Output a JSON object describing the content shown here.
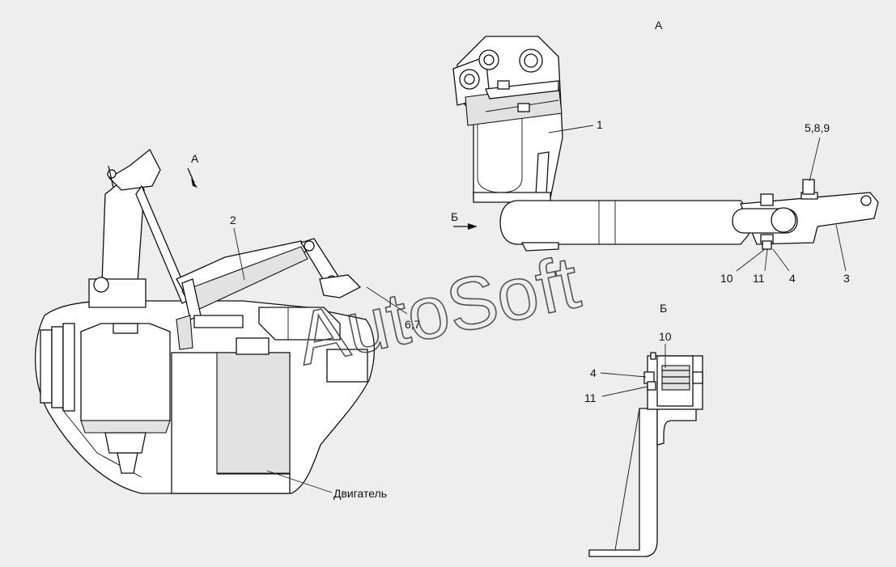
{
  "labels": {
    "view_a_title": "А",
    "view_a_arrow": "А",
    "view_b_title": "Б",
    "view_b_arrow": "Б",
    "part_1": "1",
    "part_2": "2",
    "part_3": "3",
    "part_4_top": "4",
    "part_4_side": "4",
    "part_5_8_9": "5,8,9",
    "part_6_7": "6,7",
    "part_10_top": "10",
    "part_10_side": "10",
    "part_11_top": "11",
    "part_11_side": "11",
    "engine": "Двигатель"
  },
  "watermark": "AutoSoft",
  "colors": {
    "background": "#eeeeee",
    "line": "#111111",
    "part_fill": "#ffffff"
  }
}
